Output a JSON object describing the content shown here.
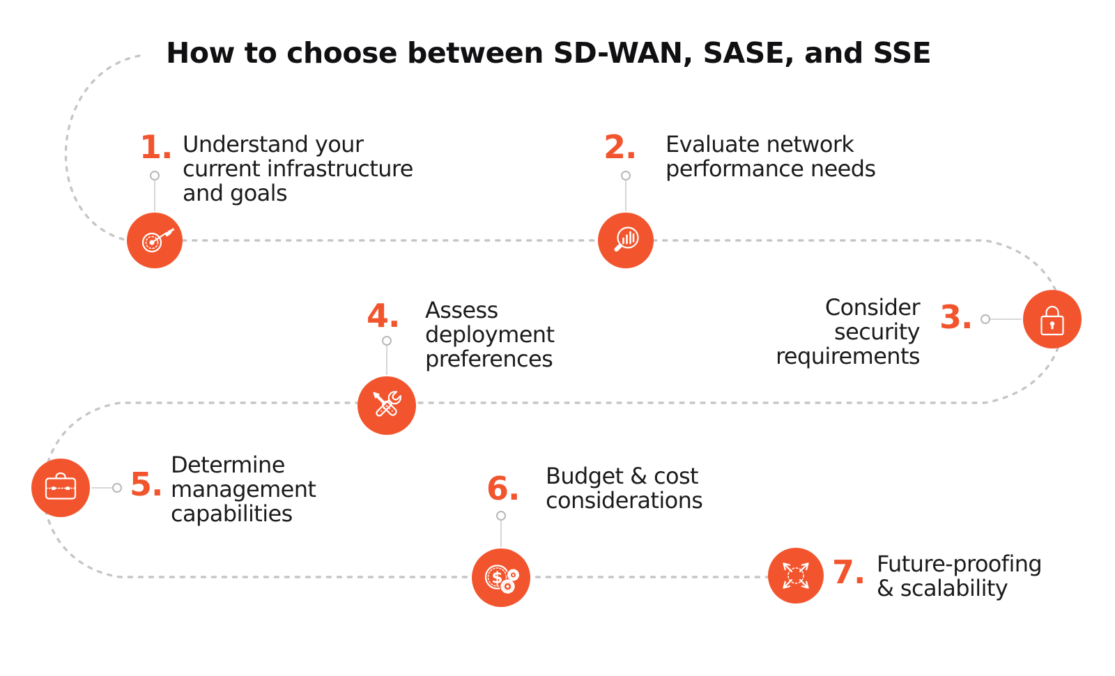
{
  "title": "How to choose between SD-WAN, SASE, and SSE",
  "colors": {
    "accent": "#F2552E",
    "text": "#1B1B1D",
    "dotted_path": "#C6C6C6"
  },
  "steps": [
    {
      "number": "1.",
      "label": "Understand your\ncurrent infrastructure\nand goals",
      "icon": "target-icon"
    },
    {
      "number": "2.",
      "label": "Evaluate network\nperformance needs",
      "icon": "magnifier-chart-icon"
    },
    {
      "number": "3.",
      "label": "Consider\nsecurity\nrequirements",
      "icon": "lock-icon"
    },
    {
      "number": "4.",
      "label": "Assess\ndeployment\npreferences",
      "icon": "tools-icon"
    },
    {
      "number": "5.",
      "label": "Determine\nmanagement\ncapabilities",
      "icon": "briefcase-icon"
    },
    {
      "number": "6.",
      "label": "Budget & cost\nconsiderations",
      "icon": "dollar-gears-icon"
    },
    {
      "number": "7.",
      "label": "Future-proofing\n& scalability",
      "icon": "expand-arrows-icon"
    }
  ]
}
